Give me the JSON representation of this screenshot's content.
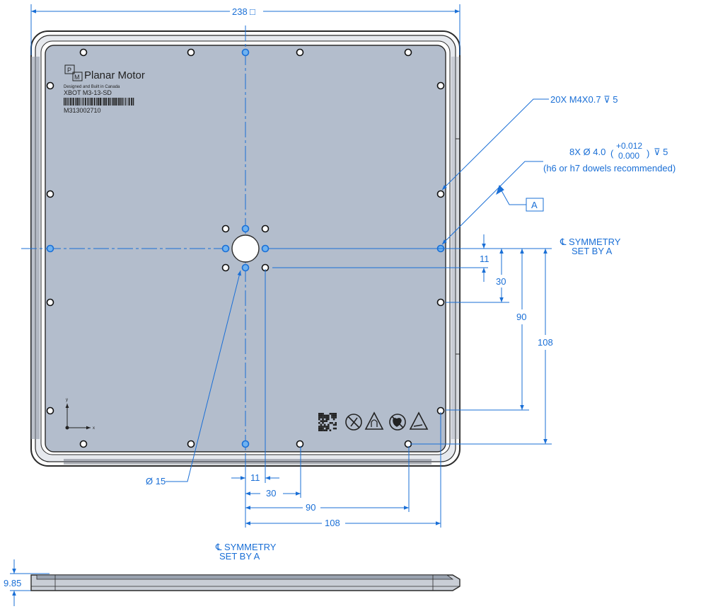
{
  "dimensions": {
    "overall_width": "238",
    "square_symbol": "□",
    "dim_11_v": "11",
    "dim_30_v": "30",
    "dim_90_v": "90",
    "dim_108_v": "108",
    "dim_11_h": "11",
    "dim_30_h": "30",
    "dim_90_h": "90",
    "dim_108_h": "108",
    "bore": "Ø 15",
    "thickness": "9.85"
  },
  "callouts": {
    "tapped_holes": "20X M4X0.7 ⊽ 5",
    "dowel_count": "8X Ø 4.0",
    "dowel_tol_upper": "+0.012",
    "dowel_tol_lower": "0.000",
    "dowel_depth": "⊽ 5",
    "dowel_note": "(h6 or h7 dowels recommended)",
    "datum": "A"
  },
  "symmetry_right": {
    "line1": "℄ SYMMETRY",
    "line2": "SET BY A"
  },
  "symmetry_bottom": {
    "line1": "℄ SYMMETRY",
    "line2": "SET BY A"
  },
  "plate_label": {
    "logo_letters": [
      "P",
      "M"
    ],
    "brand": "Planar Motor",
    "tagline": "Designed and Built in Canada",
    "model": "XBOT M3-13-SD",
    "serial": "M313002710"
  },
  "axis": {
    "x": "x",
    "y": "y"
  },
  "icons": [
    "qr-code-icon",
    "no-tools-icon",
    "magnet-warning-icon",
    "no-pacemaker-icon",
    "pinch-warning-icon"
  ],
  "colors": {
    "plate_fill": "#b3bdcc",
    "dimension_blue": "#1a6fd6",
    "outline": "#2b2b2b"
  }
}
